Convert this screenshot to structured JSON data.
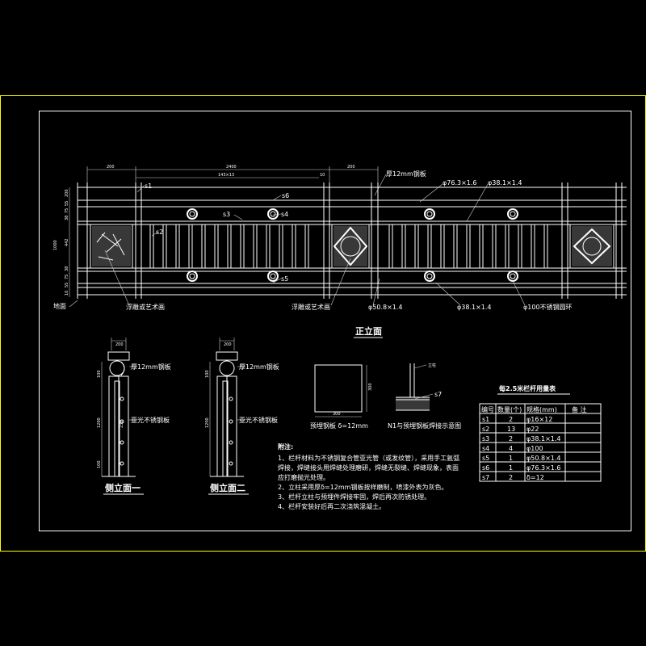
{
  "front": {
    "title": "正立面",
    "labels": {
      "s1": "s1",
      "s2": "s2",
      "s3": "s3",
      "s4": "s4",
      "s5": "s5",
      "s6": "s6",
      "plate12": "厚12mm钢板",
      "pipe_76": "φ76.3×1.6",
      "pipe_38_top": "φ38.1×1.4",
      "ground": "地面",
      "carve1": "浮雕或艺术画",
      "carve2": "浮雕或艺术画",
      "pipe_50": "φ50.8×1.4",
      "pipe_38_bot": "φ38.1×1.4",
      "pipe_100": "φ100不锈钢圆环"
    },
    "dims": {
      "top_left": "200",
      "top_mid": "2400",
      "top_right": "200",
      "sub": "143×13",
      "sub_right": "10",
      "height": "1000",
      "left_stack": [
        "200",
        "55",
        "75",
        "38",
        "442",
        "38",
        "75",
        "55",
        "10"
      ]
    }
  },
  "side1": {
    "title": "侧立面一",
    "plate": "厚12mm钢板",
    "steel": "亚光不锈钢板",
    "dims": [
      "200",
      "100",
      "1200",
      "100",
      "232"
    ]
  },
  "side2": {
    "title": "侧立面二",
    "plate": "厚12mm钢板",
    "steel": "亚光不锈钢板",
    "dims": [
      "200",
      "100",
      "1200"
    ]
  },
  "detail": {
    "plate_caption": "预埋钢板 δ=12mm",
    "plate_dims": [
      "300",
      "300"
    ],
    "weld_caption": "N1与预埋钢板焊接示意图",
    "post_label": "立柱",
    "s7": "s7"
  },
  "notes": {
    "heading": "附注:",
    "lines": [
      "1、栏杆材料为不锈钢复合管亚光管（或发纹管），采用手工氩弧",
      "焊接，焊缝接头用焊缝处理磨研，焊缝无裂缝、焊缝现象，表面",
      "应打磨抛光处理。",
      "2、立柱采用厚δ=12mm钢板按样磨制，喷漆外表为灰色。",
      "3、栏杆立柱与预埋件焊接牢固，焊后再次防锈处理。",
      "4、栏杆安装好后再二次浇筑混凝土。"
    ]
  },
  "table": {
    "title": "每2.5米栏杆用量表",
    "headers": [
      "编号",
      "数量(个)",
      "规格(mm)",
      "备 注"
    ],
    "rows": [
      [
        "s1",
        "2",
        "φ16×12",
        ""
      ],
      [
        "s2",
        "13",
        "φ22",
        ""
      ],
      [
        "s3",
        "2",
        "φ38.1×1.4",
        ""
      ],
      [
        "s4",
        "4",
        "φ100",
        ""
      ],
      [
        "s5",
        "1",
        "φ50.8×1.4",
        ""
      ],
      [
        "s6",
        "1",
        "φ76.3×1.6",
        ""
      ],
      [
        "s7",
        "2",
        "δ=12",
        ""
      ]
    ]
  },
  "colors": {
    "background": "#000000",
    "line": "#ffffff",
    "frame": "#ffff00"
  }
}
